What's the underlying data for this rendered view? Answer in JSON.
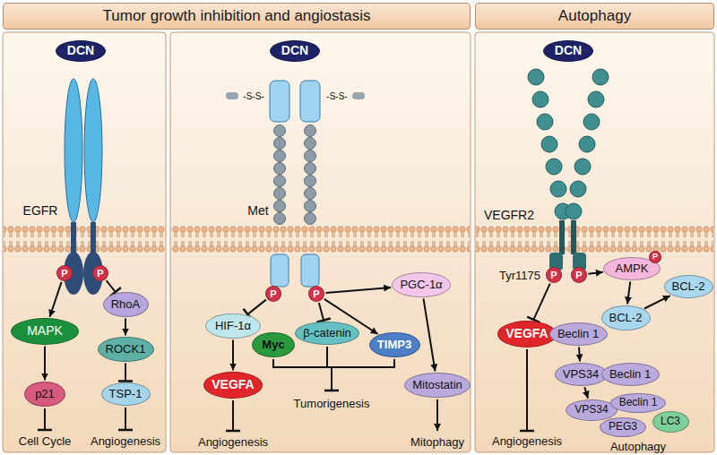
{
  "diagram": {
    "nodes": [
      {
        "text": [
          "Tumor growth inhibition and angiostasis"
        ]
      },
      {
        "text": [
          "Autophagy"
        ]
      },
      {
        "text": [
          "DCN"
        ]
      },
      {
        "text": [
          "P"
        ]
      },
      {
        "text": [
          "P"
        ]
      },
      {
        "text": [
          "MAPK"
        ]
      },
      {
        "text": [
          "p21"
        ]
      },
      {
        "text": [
          "RhoA"
        ]
      },
      {
        "text": [
          "ROCK1"
        ]
      },
      {
        "text": [
          "TSP-1"
        ]
      },
      {
        "text": [
          "DCN"
        ]
      },
      {
        "text": [
          "P"
        ]
      },
      {
        "text": [
          "P"
        ]
      },
      {
        "text": [
          "HIF-1α"
        ]
      },
      {
        "text": [
          "PGC-1α"
        ]
      },
      {
        "text": [
          "Myc"
        ]
      },
      {
        "text": [
          "β-catenin"
        ]
      },
      {
        "text": [
          "TIMP3"
        ]
      },
      {
        "text": [
          "VEGFA"
        ]
      },
      {
        "text": [
          "Mitostatin"
        ]
      },
      {
        "text": [
          "DCN"
        ]
      },
      {
        "text": [
          "P"
        ]
      },
      {
        "text": [
          "P"
        ]
      },
      {
        "text": [
          "VEGFA"
        ]
      },
      {
        "text": [
          "AMPK"
        ]
      },
      {
        "text": [
          "P"
        ]
      },
      {
        "text": [
          "BCL-2"
        ]
      },
      {
        "text": [
          "Beclin 1"
        ]
      },
      {
        "text": [
          "BCL-2"
        ]
      },
      {
        "text": [
          "VPS34"
        ]
      },
      {
        "text": [
          "Beclin 1"
        ]
      },
      {
        "text": [
          "VPS34"
        ]
      },
      {
        "text": [
          "Beclin 1"
        ]
      },
      {
        "text": [
          "PEG3"
        ]
      },
      {
        "text": [
          "LC3"
        ]
      }
    ],
    "edges": [
      {
        "from": 3,
        "to": 5,
        "arrow": "to"
      },
      {
        "from": 4,
        "to": 7,
        "arrow": "to"
      },
      {
        "from": 5,
        "to": 6,
        "arrow": "to"
      },
      {
        "from": 7,
        "to": 8,
        "arrow": "to"
      },
      {
        "from": 8,
        "to": 9,
        "arrow": "to"
      },
      {
        "from": 11,
        "to": 13,
        "arrow": "to"
      },
      {
        "from": 12,
        "to": 16,
        "arrow": "to"
      },
      {
        "from": 12,
        "to": 14,
        "arrow": "to"
      },
      {
        "from": 12,
        "to": 17,
        "arrow": "to"
      },
      {
        "from": 13,
        "to": 18,
        "arrow": "to"
      },
      {
        "from": 14,
        "to": 19,
        "arrow": "to"
      },
      {
        "from": 21,
        "to": 23,
        "arrow": "to"
      },
      {
        "from": 22,
        "to": 24,
        "arrow": "to"
      },
      {
        "from": 24,
        "to": 28,
        "arrow": "to"
      },
      {
        "from": 28,
        "to": 26,
        "arrow": "to"
      },
      {
        "from": 27,
        "to": 29,
        "arrow": "to"
      },
      {
        "from": 29,
        "to": 31,
        "arrow": "to"
      }
    ],
    "labels": [
      "EGFR",
      "Cell Cycle",
      "Angiogenesis",
      "-S-S-",
      "-S-S-",
      "Met",
      "Angiogenesis",
      "Tumorigenesis",
      "Mitophagy",
      "VEGFR2",
      "Tyr1175",
      "Angiogenesis",
      "Autophagy"
    ]
  }
}
